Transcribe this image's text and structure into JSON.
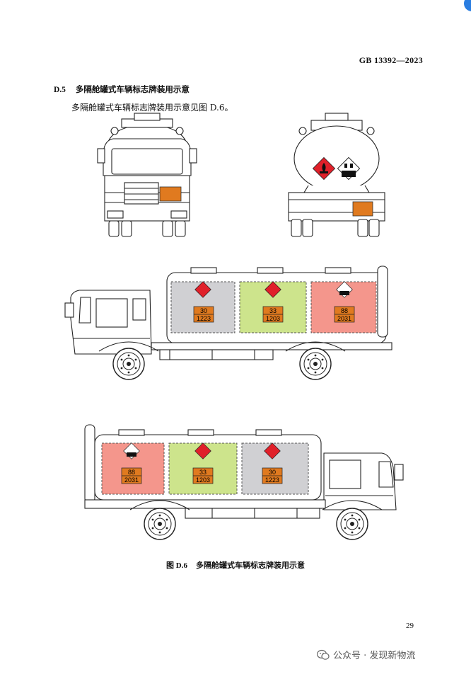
{
  "header": {
    "standard_code": "GB  13392—2023"
  },
  "section": {
    "number": "D.5",
    "title": "多隔舱罐式车辆标志牌装用示意",
    "text": "多隔舱罐式车辆标志牌装用示意见图 D.6。"
  },
  "figure": {
    "label": "图 D.6",
    "caption": "多隔舱罐式车辆标志牌装用示意",
    "truck1_compartments": [
      {
        "hazard_id": "30",
        "un_number": "1223",
        "fill": "#d0d0d3",
        "label_type": "flammable"
      },
      {
        "hazard_id": "33",
        "un_number": "1203",
        "fill": "#cde48c",
        "label_type": "flammable"
      },
      {
        "hazard_id": "88",
        "un_number": "2031",
        "fill": "#f4968c",
        "label_type": "corrosive"
      }
    ],
    "truck2_compartments": [
      {
        "hazard_id": "88",
        "un_number": "2031",
        "fill": "#f4968c",
        "label_type": "corrosive"
      },
      {
        "hazard_id": "33",
        "un_number": "1203",
        "fill": "#cde48c",
        "label_type": "flammable"
      },
      {
        "hazard_id": "30",
        "un_number": "1223",
        "fill": "#d0d0d3",
        "label_type": "flammable"
      }
    ],
    "plate_color": "#e07a1f",
    "flammable_color": "#e0202a",
    "corrosive_color": "#ffffff"
  },
  "page_number": "29",
  "watermark": {
    "text": "公众号 · 发现新物流",
    "icon": "wechat-icon"
  }
}
